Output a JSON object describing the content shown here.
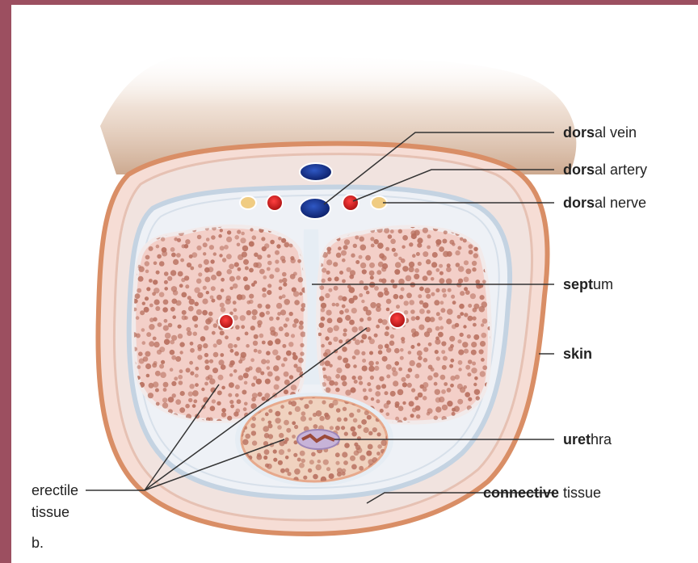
{
  "labels": {
    "dorsal_vein": {
      "bold": "dors",
      "rest": "al vein"
    },
    "dorsal_artery": {
      "bold": "dors",
      "rest": "al artery"
    },
    "dorsal_nerve": {
      "bold": "dors",
      "rest": "al nerve"
    },
    "septum": {
      "bold": "sept",
      "rest": "um"
    },
    "skin": {
      "bold": "skin",
      "rest": ""
    },
    "urethra": {
      "bold": "uret",
      "rest": "hra"
    },
    "erectile_tissue_line1": "erectile",
    "erectile_tissue_line2": "tissue",
    "connective_tissue": {
      "bold": "connective",
      "rest": " tissue"
    }
  },
  "panel_label": "b.",
  "colors": {
    "frame": "#9c4f60",
    "skin_outer": "#d98e66",
    "skin_fill": "#f6ddd5",
    "fascia": "#c4d3e2",
    "tissue_fill": "#f3cfc8",
    "tissue_dot": "#b8705f",
    "vein": "#1f3f9e",
    "artery": "#d72b2b",
    "nerve": "#f0cc82"
  }
}
